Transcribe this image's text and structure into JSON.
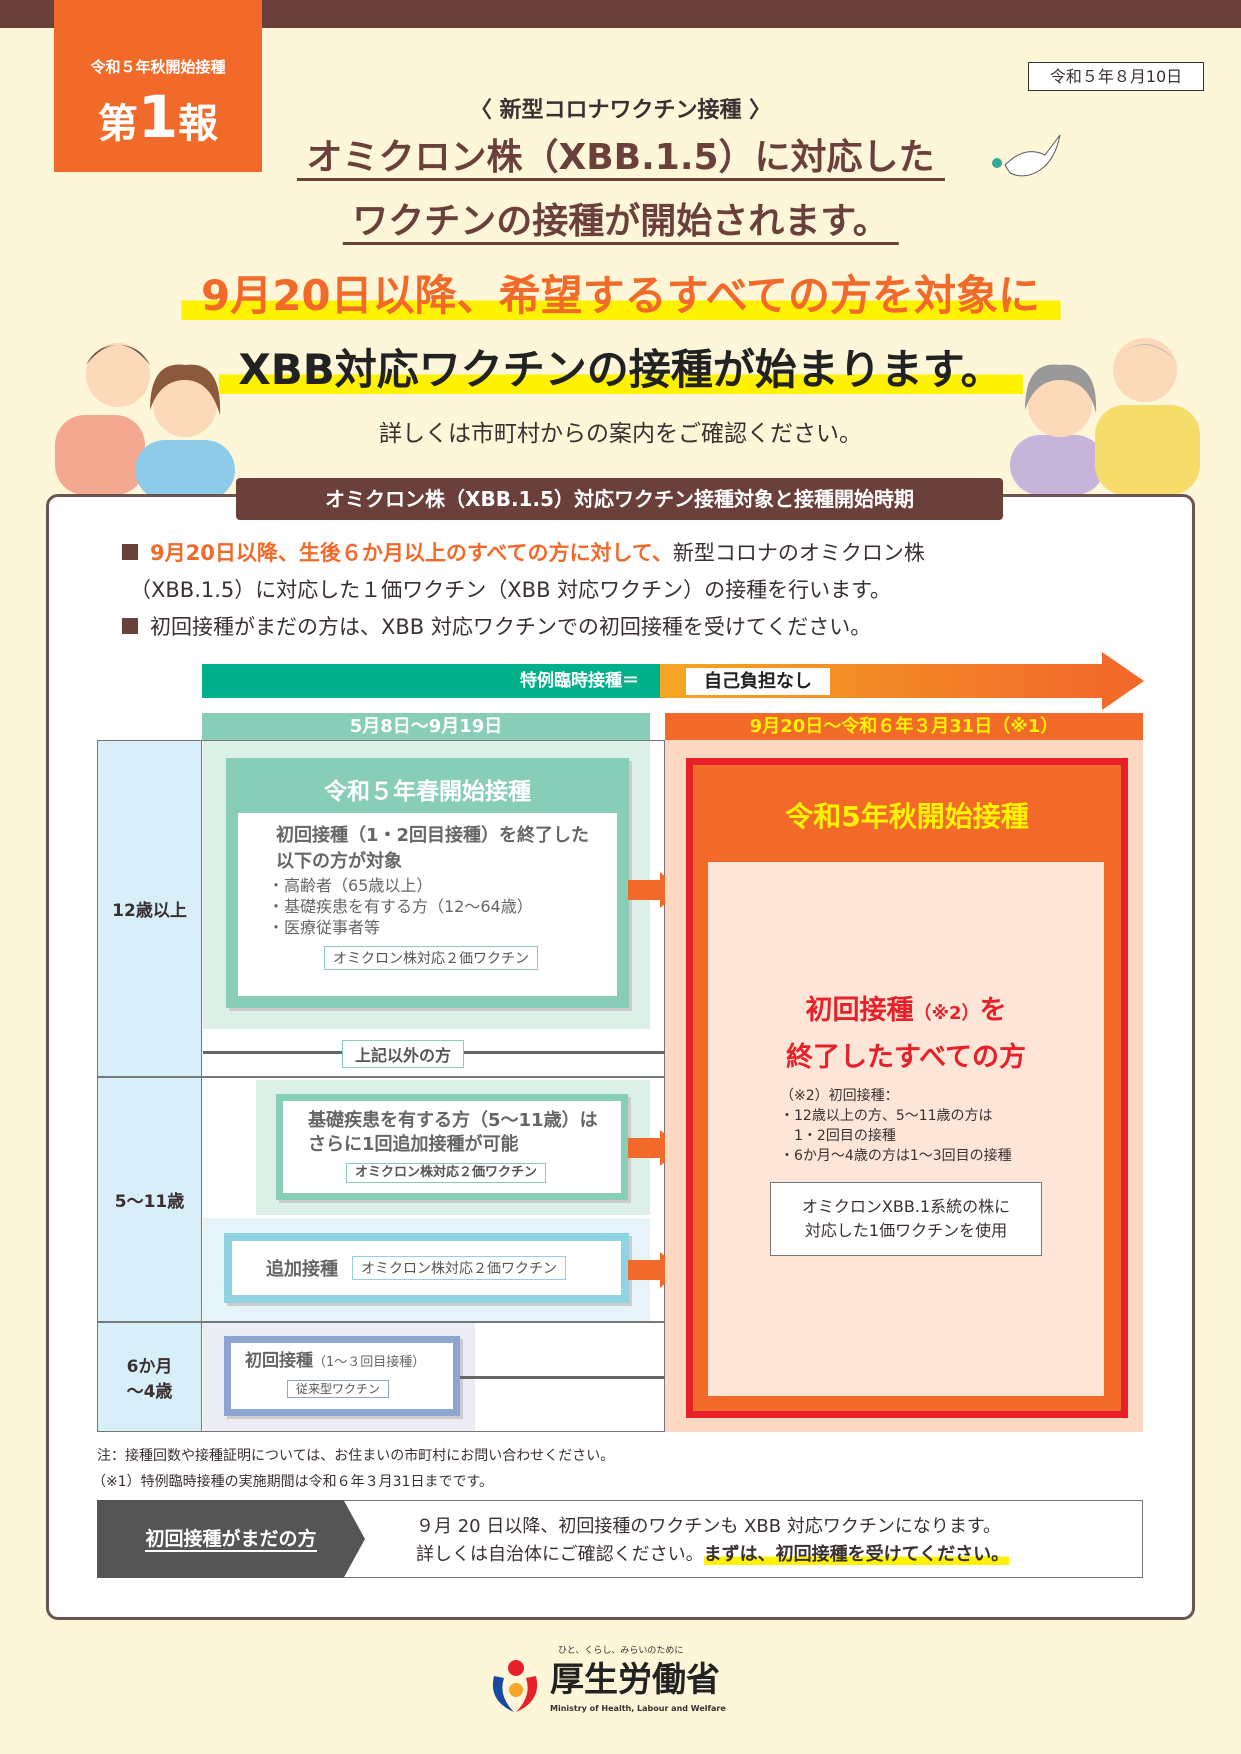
{
  "badge": {
    "small": "令和５年秋開始接種",
    "dai": "第",
    "num": "1",
    "ho": "報"
  },
  "date": "令和５年８月10日",
  "subtitle": "〈 新型コロナワクチン接種 〉",
  "title_line1": "オミクロン株（XBB.1.5）に対応した",
  "title_line2": "ワクチンの接種が開始されます。",
  "headline1": "9月20日以降、希望するすべての方を対象に",
  "headline2": "XBB対応ワクチンの接種が始まります。",
  "lead": "詳しくは市町村からの案内をご確認ください。",
  "section_title": "オミクロン株（XBB.1.5）対応ワクチン接種対象と接種開始時期",
  "bullets": {
    "b1_em": "9月20日以降、生後６か月以上のすべての方に対して、",
    "b1_rest": "新型コロナのオミクロン株",
    "b1_line2": "（XBB.1.5）に対応した１価ワクチン（XBB 対応ワクチン）の接種を行います。",
    "b2": "初回接種がまだの方は、XBB 対応ワクチンでの初回接種を受けてください。"
  },
  "special": {
    "label": "特例臨時接種＝",
    "fee": "自己負担なし"
  },
  "periods": {
    "p1": "5月8日～9月19日",
    "p2": "9月20日～令和６年３月31日（※1）"
  },
  "rows": {
    "r1": "12歳以上",
    "r2": "5～11歳",
    "r3a": "6か月",
    "r3b": "～4歳"
  },
  "spring": {
    "title": "令和５年春開始接種",
    "lead1": "初回接種（1・2回目接種）を終了した",
    "lead2": "以下の方が対象",
    "items": [
      "・高齢者（65歳以上）",
      "・基礎疾患を有する方（12～64歳）",
      "・医療従事者等"
    ],
    "tag": "オミクロン株対応２価ワクチン"
  },
  "others": "上記以外の方",
  "kids": {
    "l1": "基礎疾患を有する方（5～11歳）は",
    "l2": "さらに1回追加接種が可能",
    "tag": "オミクロン株対応２価ワクチン"
  },
  "booster": {
    "label": "追加接種",
    "tag": "オミクロン株対応２価ワクチン"
  },
  "infant": {
    "label": "初回接種",
    "sub": "（1～３回目接種）",
    "tag": "従来型ワクチン"
  },
  "autumn": {
    "title": "令和5年秋開始接種",
    "main1": "初回接種",
    "main1_note": "（※2）",
    "main1_end": "を",
    "main2": "終了したすべての方",
    "notes": [
      "（※2）初回接種：",
      "・12歳以上の方、5～11歳の方は",
      "　1・2回目の接種",
      "・6か月～4歳の方は1～3回目の接種"
    ],
    "vaccine1": "オミクロンXBB.1系統の株に",
    "vaccine2": "対応した1価ワクチンを使用"
  },
  "footnotes": [
    "注：接種回数や接種証明については、お住まいの市町村にお問い合わせください。",
    "（※1）特例臨時接種の実施期間は令和６年３月31日までです。"
  ],
  "first_dose": {
    "label": "初回接種がまだの方",
    "line1": "９月 20 日以降、初回接種のワクチンも XBB 対応ワクチンになります。",
    "line2a": "詳しくは自治体にご確認ください。",
    "line2b": "まずは、初回接種を受けてください。"
  },
  "logo": {
    "tagline": "ひと、くらし、みらいのために",
    "name": "厚生労働省",
    "en": "Ministry of Health, Labour and Welfare"
  }
}
